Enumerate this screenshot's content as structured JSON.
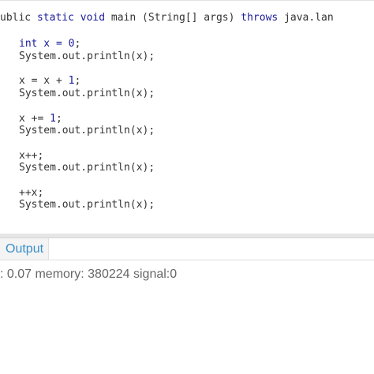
{
  "editor": {
    "header": {
      "l1": "ublic ",
      "k1": "static",
      "s1": " ",
      "k2": "void",
      "l2": " main (String[] args) ",
      "k3": "throws",
      "l3": " java.lan"
    },
    "line1": {
      "a": "int x = ",
      "b": "0",
      "c": ";"
    },
    "line2": "System.out.println(x);",
    "line3": {
      "a": "x = x + ",
      "b": "1",
      "c": ";"
    },
    "line4": "System.out.println(x);",
    "line5": {
      "a": "x += ",
      "b": "1",
      "c": ";"
    },
    "line6": "System.out.println(x);",
    "line7": "x++;",
    "line8": "System.out.println(x);",
    "line9": "++x;",
    "line10": "System.out.println(x);"
  },
  "output": {
    "tab_label": "Output",
    "status": ": 0.07 memory: 380224 signal:0"
  },
  "colors": {
    "keyword": "#1a1a9a",
    "tab_text": "#3a8fc9",
    "status_text": "#666666"
  }
}
